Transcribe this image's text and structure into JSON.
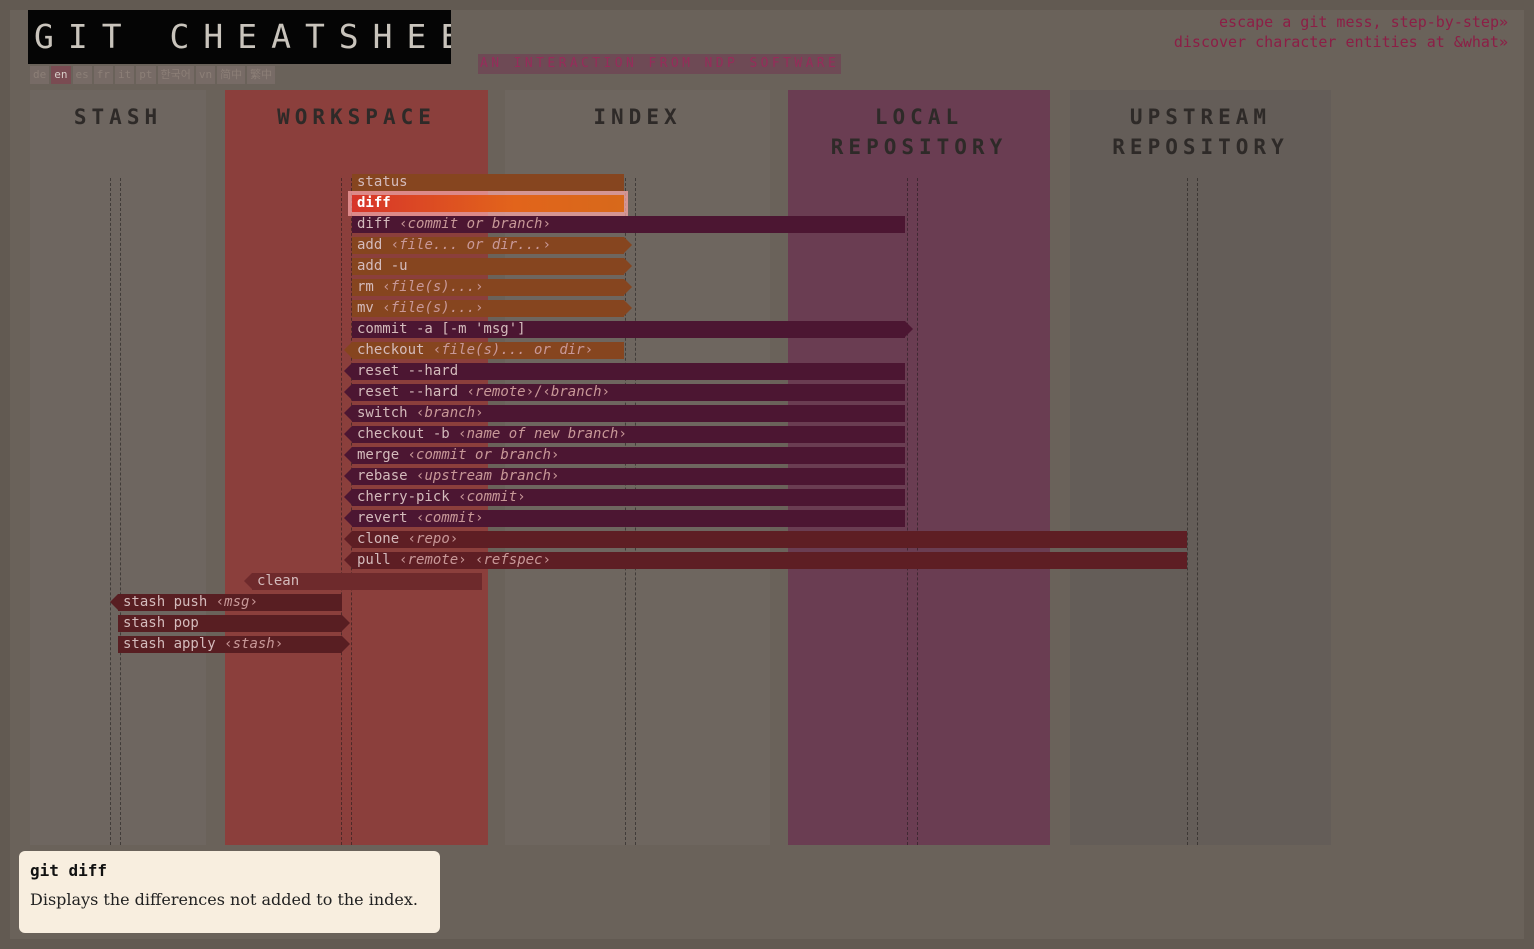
{
  "header": {
    "title": "GIT CHEATSHEET",
    "subtitle": "AN INTERACTION FROM NDP SOFTWARE",
    "links": [
      "escape a git mess, step-by-step»",
      "discover character entities at &what»"
    ],
    "languages": [
      "de",
      "en",
      "es",
      "fr",
      "it",
      "pt",
      "한국어",
      "vn",
      "简中",
      "繁中"
    ],
    "active_language": "en"
  },
  "columns": [
    {
      "title": "STASH",
      "color": "#6e6660"
    },
    {
      "title": "WORKSPACE",
      "color": "#8b3f3c"
    },
    {
      "title": "INDEX",
      "color": "#6e665f"
    },
    {
      "title": "LOCAL\nREPOSITORY",
      "color": "#6a3d52"
    },
    {
      "title": "UPSTREAM\nREPOSITORY",
      "color": "#645d58"
    }
  ],
  "commands": [
    {
      "cmd": "status",
      "args": [],
      "state": "normal"
    },
    {
      "cmd": "diff",
      "args": [],
      "state": "active"
    },
    {
      "cmd": "diff",
      "args": [
        "commit or branch"
      ],
      "state": "normal"
    },
    {
      "cmd": "add",
      "args": [
        "file... or dir..."
      ],
      "state": "normal"
    },
    {
      "cmd": "add -u",
      "args": [],
      "state": "normal"
    },
    {
      "cmd": "rm",
      "args": [
        "file(s)..."
      ],
      "state": "normal"
    },
    {
      "cmd": "mv",
      "args": [
        "file(s)..."
      ],
      "state": "normal"
    },
    {
      "cmd": "commit -a [-m 'msg']",
      "args": [],
      "state": "normal"
    },
    {
      "cmd": "checkout",
      "args": [
        "file(s)... or dir"
      ],
      "state": "normal"
    },
    {
      "cmd": "reset --hard",
      "args": [],
      "state": "normal"
    },
    {
      "cmd": "reset --hard",
      "args": [
        "remote",
        "branch"
      ],
      "state": "normal"
    },
    {
      "cmd": "switch",
      "args": [
        "branch"
      ],
      "state": "normal"
    },
    {
      "cmd": "checkout -b",
      "args": [
        "name of new branch"
      ],
      "state": "normal"
    },
    {
      "cmd": "merge",
      "args": [
        "commit or branch"
      ],
      "state": "normal"
    },
    {
      "cmd": "rebase",
      "args": [
        "upstream branch"
      ],
      "state": "normal"
    },
    {
      "cmd": "cherry-pick",
      "args": [
        "commit"
      ],
      "state": "normal"
    },
    {
      "cmd": "revert",
      "args": [
        "commit"
      ],
      "state": "normal"
    },
    {
      "cmd": "clone",
      "args": [
        "repo"
      ],
      "state": "normal"
    },
    {
      "cmd": "pull",
      "args": [
        "remote",
        "refspec"
      ],
      "state": "normal"
    },
    {
      "cmd": "clean",
      "args": [],
      "state": "normal"
    },
    {
      "cmd": "stash push",
      "args": [
        "msg"
      ],
      "state": "normal"
    },
    {
      "cmd": "stash pop",
      "args": [],
      "state": "normal"
    },
    {
      "cmd": "stash apply",
      "args": [
        "stash"
      ],
      "state": "normal"
    }
  ],
  "info": {
    "title": "git diff",
    "description": "Displays the differences not added to the index."
  }
}
